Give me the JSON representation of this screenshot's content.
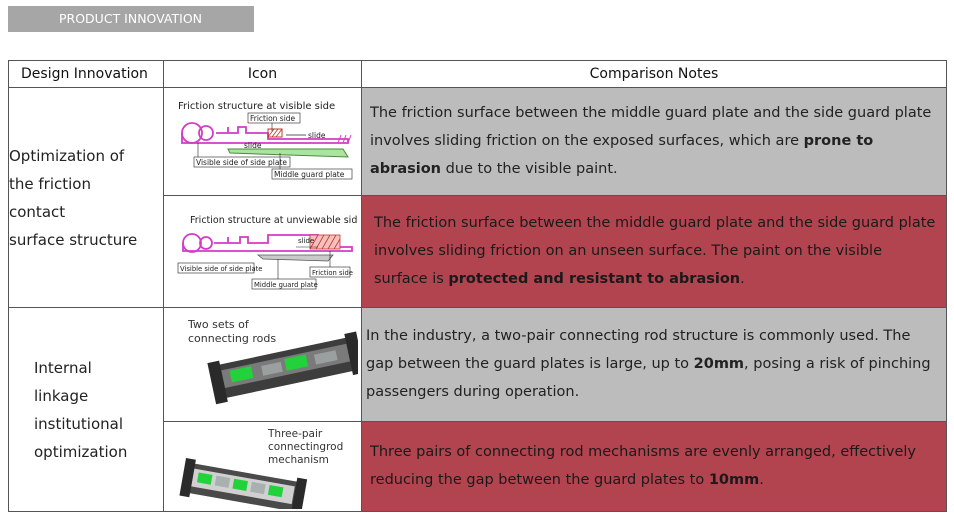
{
  "header_tag": "PRODUCT INNOVATION",
  "columns": [
    "Design Innovation",
    "Icon",
    "Comparison Notes"
  ],
  "row1": {
    "innovation": [
      "Optimization of",
      "the friction",
      "contact",
      "surface structure"
    ],
    "a": {
      "icon_title": "Friction structure at visible side",
      "icon_labels": {
        "friction_side": "Friction side",
        "slide1": "slide",
        "slide2": "slide",
        "visible": "Visible side of side plate",
        "middle": "Middle guard plate"
      },
      "note_pre": "The friction surface between the middle guard plate and the side guard plate involves sliding friction on the exposed surfaces, which are ",
      "note_bold": "prone to abrasion",
      "note_post": " due to the visible paint."
    },
    "b": {
      "icon_title": "Friction structure at unviewable side",
      "icon_labels": {
        "slide": "slide",
        "visible": "Visible side of side plate",
        "friction_side": "Friction side",
        "middle": "Middle guard plate"
      },
      "note_pre": "The friction surface between the middle guard plate and the side guard plate involves sliding friction on an unseen surface. The paint on the visible surface is ",
      "note_bold": "protected and resistant to abrasion",
      "note_post": "."
    }
  },
  "row2": {
    "innovation": [
      "Internal",
      "linkage",
      "institutional",
      "optimization"
    ],
    "a": {
      "icon_caption": [
        "Two sets of",
        "connecting rods"
      ],
      "note_pre": "In the industry, a two-pair connecting rod structure is commonly used. The gap between the guard plates is large, up to ",
      "note_bold": "20mm",
      "note_post": ", posing a risk of pinching passengers during operation."
    },
    "b": {
      "icon_caption": [
        "Three-pair",
        "connectingrod",
        "mechanism"
      ],
      "note_pre": "Three pairs of connecting rod mechanisms are evenly arranged, effectively reducing the gap between the guard plates to ",
      "note_bold": "10mm",
      "note_post": "."
    }
  },
  "colors": {
    "gray_cell": "#bcbcbc",
    "red_cell": "#b2444f",
    "tag_bg": "#a6a6a6",
    "magenta": "#d23cc8",
    "green": "#22d23a"
  }
}
